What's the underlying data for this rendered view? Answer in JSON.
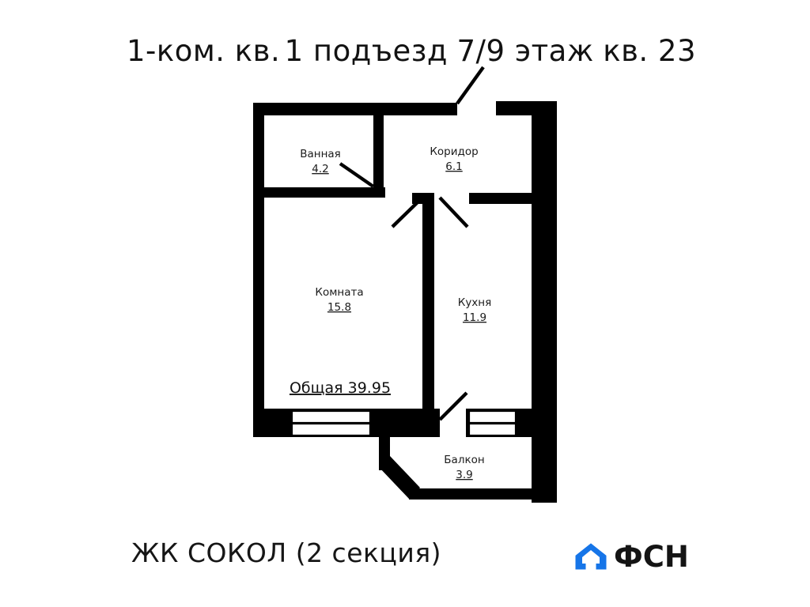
{
  "header": {
    "apartment_type": "1-ком. кв.",
    "entrance": "1 подъезд",
    "floor": "7/9 этаж",
    "apartment_number": "кв. 23"
  },
  "footer": {
    "project_name": "ЖК СОКОЛ (2 секция)",
    "brand_text": "ФСН",
    "brand_icon": "house-icon",
    "brand_color": "#1675e8"
  },
  "plan": {
    "total_label": "Общая 39.95",
    "total_area": "39.95",
    "rooms": [
      {
        "id": "bathroom",
        "name": "Ванная",
        "area": "4.2"
      },
      {
        "id": "corridor",
        "name": "Коридор",
        "area": "6.1"
      },
      {
        "id": "living",
        "name": "Комната",
        "area": "15.8"
      },
      {
        "id": "kitchen",
        "name": "Кухня",
        "area": "11.9"
      },
      {
        "id": "balcony",
        "name": "Балкон",
        "area": "3.9"
      }
    ],
    "wall_color": "#000000",
    "background_color": "#ffffff"
  }
}
